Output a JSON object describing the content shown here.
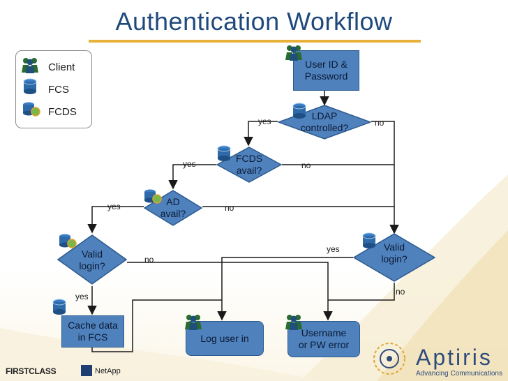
{
  "title": "Authentication Workflow",
  "legend": {
    "items": [
      {
        "label": "Client",
        "icon": "people-group-icon"
      },
      {
        "label": "FCS",
        "icon": "server-icon"
      },
      {
        "label": "FCDS",
        "icon": "directory-server-icon"
      }
    ]
  },
  "nodes": {
    "user_id": {
      "line1": "User ID &",
      "line2": "Password"
    },
    "ldap": {
      "line1": "LDAP",
      "line2": "controlled?"
    },
    "fcds_avail": {
      "line1": "FCDS",
      "line2": "avail?"
    },
    "ad_avail": {
      "line1": "AD",
      "line2": "avail?"
    },
    "valid_login_left": {
      "line1": "Valid",
      "line2": "login?"
    },
    "valid_login_right": {
      "line1": "Valid",
      "line2": "login?"
    },
    "cache": {
      "line1": "Cache data",
      "line2": "in FCS"
    },
    "log_in": {
      "line1": "Log user in"
    },
    "error": {
      "line1": "Username",
      "line2": "or PW error"
    }
  },
  "edges": {
    "ldap_yes": "yes",
    "ldap_no": "no",
    "fcds_yes": "yes",
    "fcds_no": "no",
    "ad_yes": "yes",
    "ad_no": "no",
    "valid_left_no": "no",
    "valid_left_yes": "yes",
    "valid_right_yes": "yes",
    "valid_right_no": "no"
  },
  "footer": {
    "firstclass": "FIRSTCLASS",
    "netapp": "NetApp",
    "aptiris": "Aptiris",
    "tagline": "Advancing Communications"
  },
  "colors": {
    "node_fill": "#4f81bd",
    "title": "#1f497d",
    "accent_rule": "#e8b23a",
    "connector": "#1a1a1a"
  }
}
